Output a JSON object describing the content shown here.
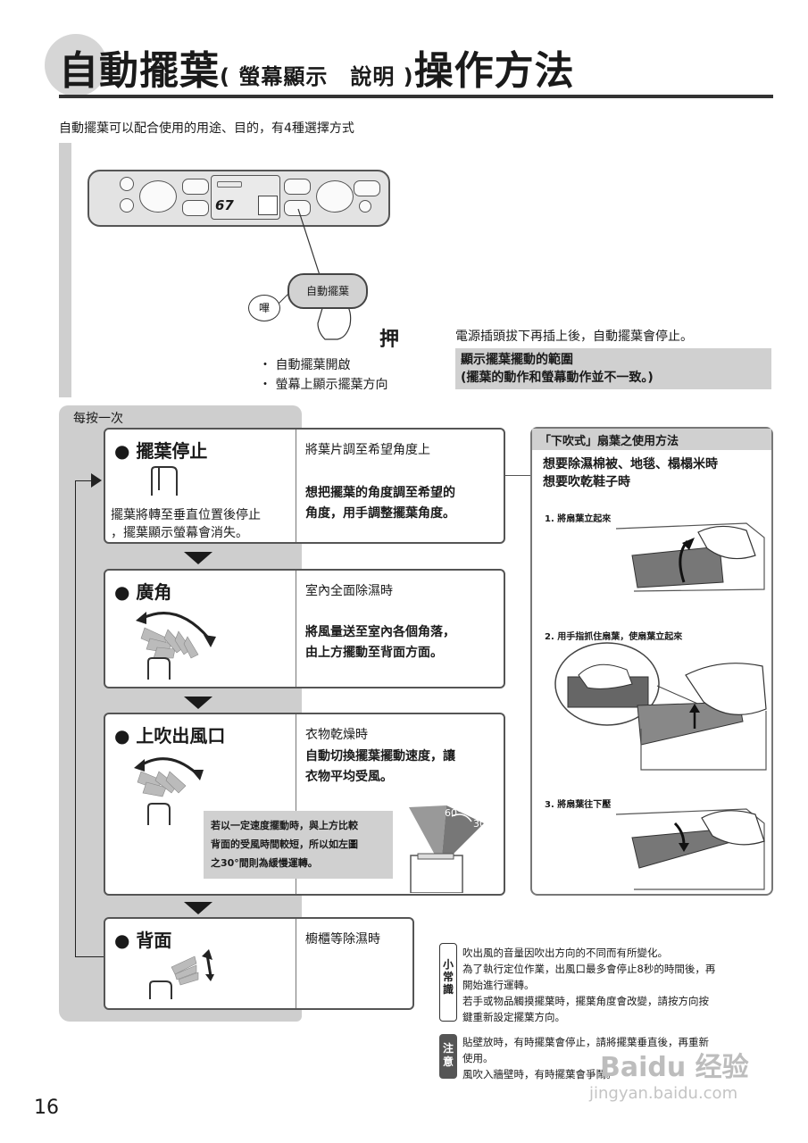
{
  "title": {
    "main1": "自動擺葉",
    "paren": "( 螢幕顯示　說明 )",
    "main2": "操作方法"
  },
  "intro": "自動擺葉可以配合使用的用途、目的，有4種選擇方式",
  "panel": {
    "bubble": "嗶",
    "button": "自動擺葉",
    "press": "押",
    "display_text": "67",
    "bullets": [
      "・ 自動擺葉開啟",
      "・ 螢幕上顯示擺葉方向"
    ],
    "note": "電源插頭拔下再插上後，自動擺葉會停止。",
    "range_lines": [
      "顯示擺葉擺動的範圍",
      "(擺葉的動作和螢幕動作並不一致。)"
    ]
  },
  "each_press": "每按一次",
  "modes": [
    {
      "title": "● 擺葉停止",
      "sub": "將葉片調至希望角度上",
      "desc": [
        "想把擺葉的角度調至希望的",
        "角度，用手調整擺葉角度。"
      ],
      "note": [
        "擺葉將轉至垂直位置後停止",
        "，擺葉顯示螢幕會消失。"
      ]
    },
    {
      "title": "● 廣角",
      "sub": "室內全面除濕時",
      "desc": [
        "將風量送至室內各個角落，",
        "由上方擺動至背面方面。"
      ]
    },
    {
      "title": "● 上吹出風口",
      "sub": "衣物乾燥時",
      "desc": [
        "自動切換擺葉擺動速度，讓",
        "衣物平均受風。"
      ],
      "speed_note": [
        "若以一定速度擺動時，與上方比較",
        "背面的受風時間較短，所以如左圖",
        "之30°間則為緩慢運轉。"
      ],
      "angles": [
        "60°",
        "30°"
      ]
    },
    {
      "title": "● 背面",
      "sub": "櫥櫃等除濕時"
    }
  ],
  "right_panel": {
    "title": "「下吹式」扇葉之使用方法",
    "want": [
      "想要除濕棉被、地毯、榻榻米時",
      "想要吹乾鞋子時"
    ],
    "steps": [
      "1. 將扇葉立起來",
      "2. 用手指抓住扇葉，使扇葉立起來",
      "3. 將扇葉往下壓"
    ]
  },
  "tips": {
    "label": "小常識",
    "lines": [
      "吹出風的音量因吹出方向的不同而有所變化。",
      "為了執行定位作業，出風口最多會停止8秒的時間後，再",
      "開始進行運轉。",
      "若手或物品觸摸擺葉時，擺葉角度會改變，請按方向按",
      "鍵重新設定擺葉方向。"
    ]
  },
  "caution": {
    "label": "注意",
    "lines": [
      "貼壁放時，有時擺葉會停止，請將擺葉垂直後，再重新",
      "使用。",
      "風吹入牆壁時，有時擺葉會爭鬧。"
    ]
  },
  "page_number": "16",
  "watermark": {
    "brand": "Baidu 经验",
    "url": "jingyan.baidu.com"
  },
  "colors": {
    "panel_gray": "#cecece",
    "text": "#1a1a1a",
    "border": "#555555"
  }
}
